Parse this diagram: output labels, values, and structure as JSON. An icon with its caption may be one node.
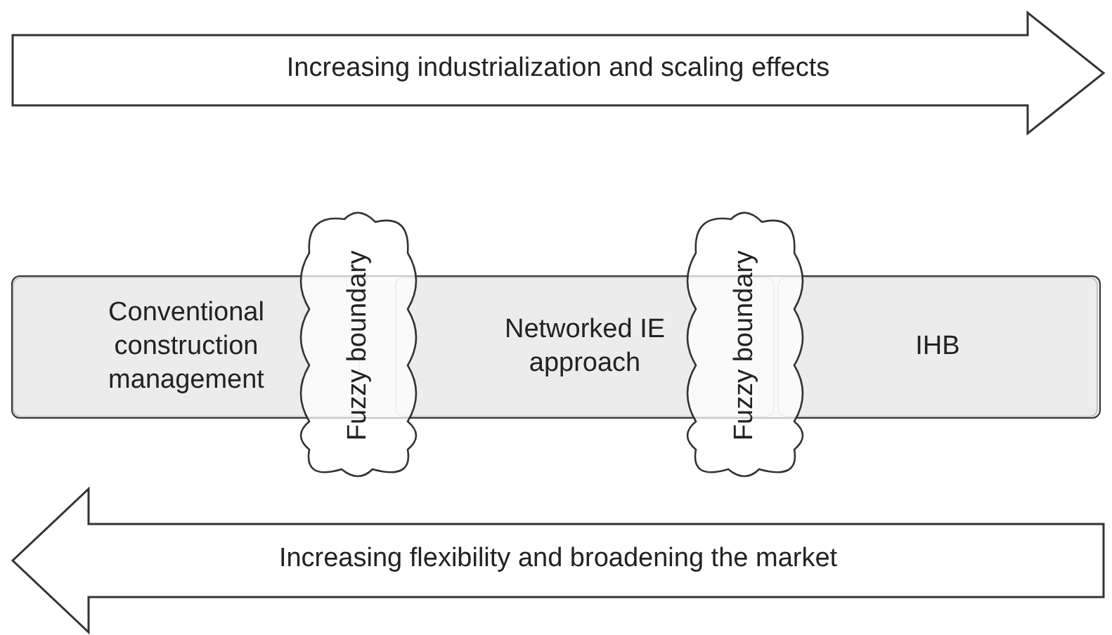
{
  "diagram": {
    "nodes": [
      {
        "text": [
          "Increasing industrialization and scaling effects"
        ]
      },
      {
        "text": [],
        "shape": "box"
      },
      {
        "text": [
          "Conventional construction management"
        ],
        "in": 1
      },
      {
        "text": [
          "Fuzzy boundary"
        ]
      },
      {
        "text": [
          "Networked IE approach"
        ],
        "in": 1
      },
      {
        "text": [
          "Fuzzy boundary"
        ]
      },
      {
        "text": [
          "IHB"
        ],
        "in": 1
      },
      {
        "text": [
          "Increasing flexibility and broadening the market"
        ]
      }
    ]
  }
}
